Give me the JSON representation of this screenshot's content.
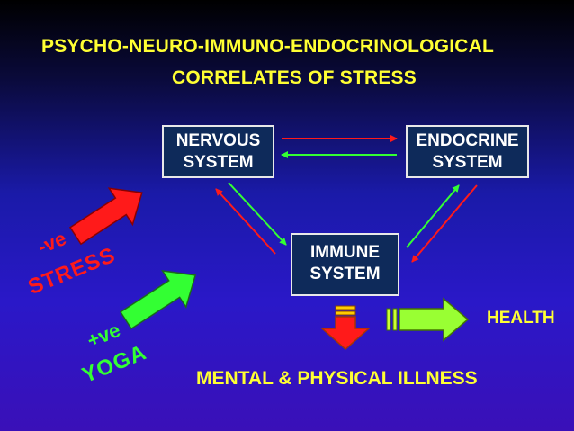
{
  "slide": {
    "title_line1": "PSYCHO-NEURO-IMMUNO-ENDOCRINOLOGICAL",
    "title_line2": "CORRELATES OF STRESS"
  },
  "boxes": {
    "nervous": {
      "line1": "NERVOUS",
      "line2": "SYSTEM"
    },
    "endocrine": {
      "line1": "ENDOCRINE",
      "line2": "SYSTEM"
    },
    "immune": {
      "line1": "IMMUNE",
      "line2": "SYSTEM"
    }
  },
  "labels": {
    "negative": "-ve",
    "stress": "STRESS",
    "positive": "+ve",
    "yoga": "YOGA",
    "health": "HEALTH",
    "illness": "MENTAL & PHYSICAL ILLNESS"
  },
  "colors": {
    "title": "#ffff33",
    "negative_arrow": "#ff1a1a",
    "positive_arrow": "#33ff33",
    "box_fill": "#0e2a5a",
    "box_border": "#e8e8e8"
  }
}
